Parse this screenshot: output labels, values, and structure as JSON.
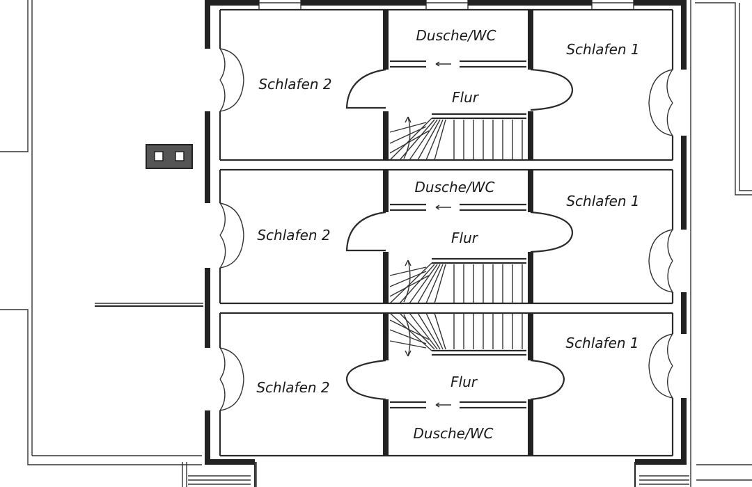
{
  "units": [
    {
      "bedroom_left": "Schlafen 2",
      "bedroom_right": "Schlafen 1",
      "bathroom": "Dusche/WC",
      "hall": "Flur"
    },
    {
      "bedroom_left": "Schlafen 2",
      "bedroom_right": "Schlafen 1",
      "bathroom": "Dusche/WC",
      "hall": "Flur"
    },
    {
      "bedroom_left": "Schlafen 2",
      "bedroom_right": "Schlafen 1",
      "bathroom": "Dusche/WC",
      "hall": "Flur"
    }
  ]
}
